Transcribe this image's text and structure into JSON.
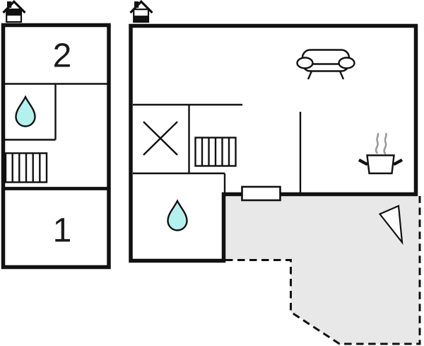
{
  "colors": {
    "wall": "#111111",
    "water": "#b4f0ee",
    "terrace": "#e8e8e8",
    "steam": "#9b9b9b",
    "label": "#1a1a1a",
    "background": "#ffffff"
  },
  "labels": {
    "room1": "1",
    "room2": "2"
  },
  "plan": {
    "type": "floor-plan",
    "units": [
      {
        "id": "left-unit",
        "floor_indicator_icon": "house-upper-half-filled",
        "room_labels": [
          "2",
          "1"
        ],
        "fixture_icons": [
          "water-drop-icon",
          "staircase-icon"
        ]
      },
      {
        "id": "right-unit",
        "floor_indicator_icon": "house-lower-half-filled",
        "fixture_icons": [
          "x-mark",
          "staircase-icon",
          "water-drop-icon",
          "sofa-icon",
          "stove-icon",
          "window-symbol",
          "north-arrow-icon"
        ],
        "outdoor": "terrace-dashed-area"
      }
    ]
  }
}
